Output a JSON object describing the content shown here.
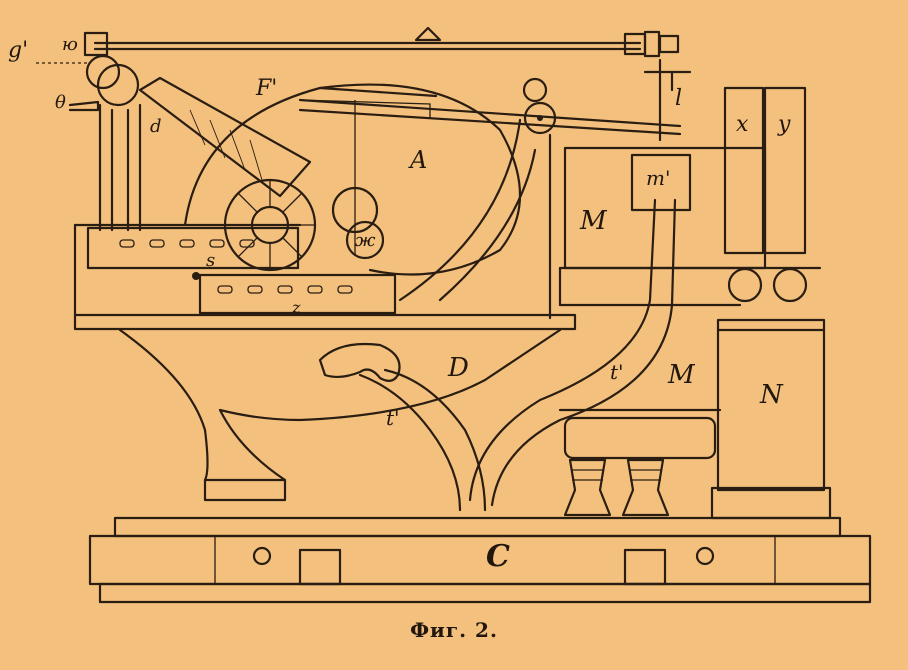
{
  "caption": "Фиг. 2.",
  "labels": {
    "A": "A",
    "D": "D",
    "C": "C",
    "M1": "M",
    "M2": "M",
    "N": "N",
    "m": "m'",
    "l": "l",
    "x": "x",
    "y": "y",
    "F": "F'",
    "d": "d",
    "g": "g'",
    "yu": "ю",
    "theta": "θ",
    "zh": "ж",
    "s": "s",
    "z": "z",
    "t1": "t'",
    "t2": "t'"
  },
  "colors": {
    "paper": "#f4c07e",
    "ink": "#2a1d12"
  }
}
